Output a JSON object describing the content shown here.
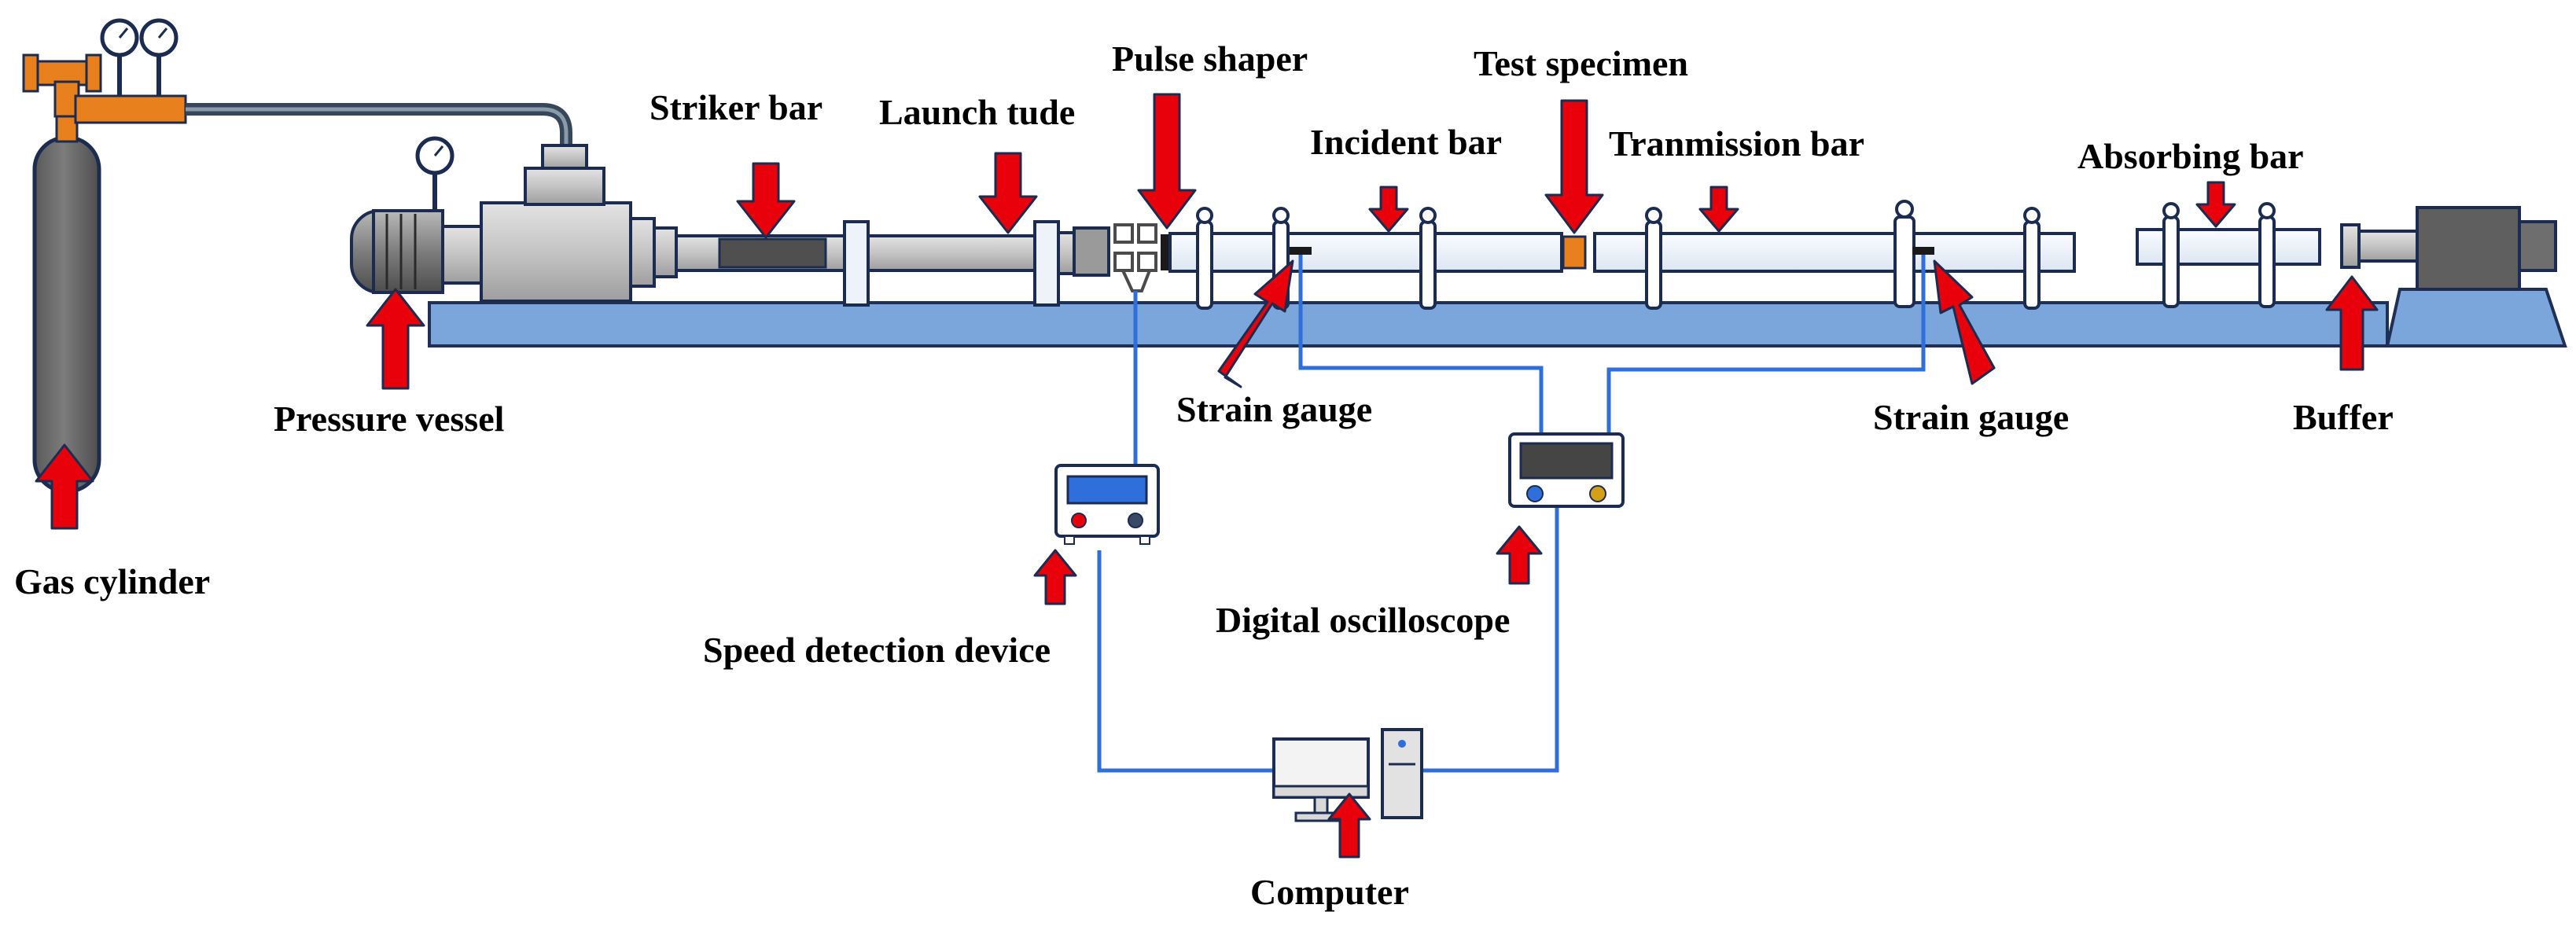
{
  "labels": {
    "gas_cylinder": "Gas cylinder",
    "pressure_vessel": "Pressure vessel",
    "striker_bar": "Striker bar",
    "launch_tube": "Launch tude",
    "pulse_shaper": "Pulse shaper",
    "incident_bar": "Incident bar",
    "test_specimen": "Test specimen",
    "transmission_bar": "Tranmission bar",
    "absorbing_bar": "Absorbing bar",
    "strain_gauge_left": "Strain gauge",
    "strain_gauge_right": "Strain gauge",
    "buffer": "Buffer",
    "speed_detection_device": "Speed detection device",
    "digital_oscilloscope": "Digital oscilloscope",
    "computer": "Computer"
  },
  "colors": {
    "arrow": "#e8000b",
    "cable": "#2f6fdb",
    "base": "#7aa6dc",
    "hose": "#36475a",
    "orange": "#e8801e",
    "bar": "#eef3fa",
    "dark": "#6d6d6d",
    "steel": "#c7c7c7"
  }
}
